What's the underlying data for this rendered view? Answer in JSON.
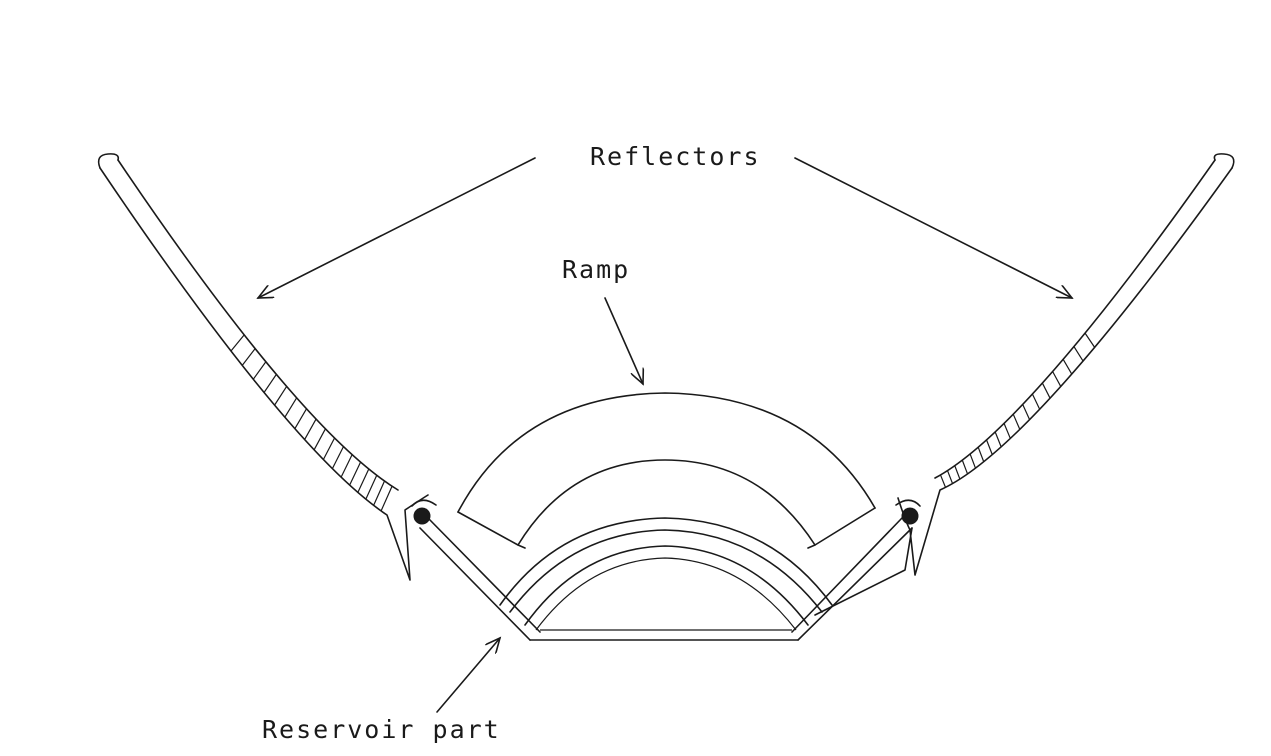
{
  "labels": {
    "reflectors": "Reflectors",
    "ramp": "Ramp",
    "reservoir_part": "Reservoir part"
  },
  "colors": {
    "line": "#1a1a1a",
    "background": "#ffffff"
  }
}
